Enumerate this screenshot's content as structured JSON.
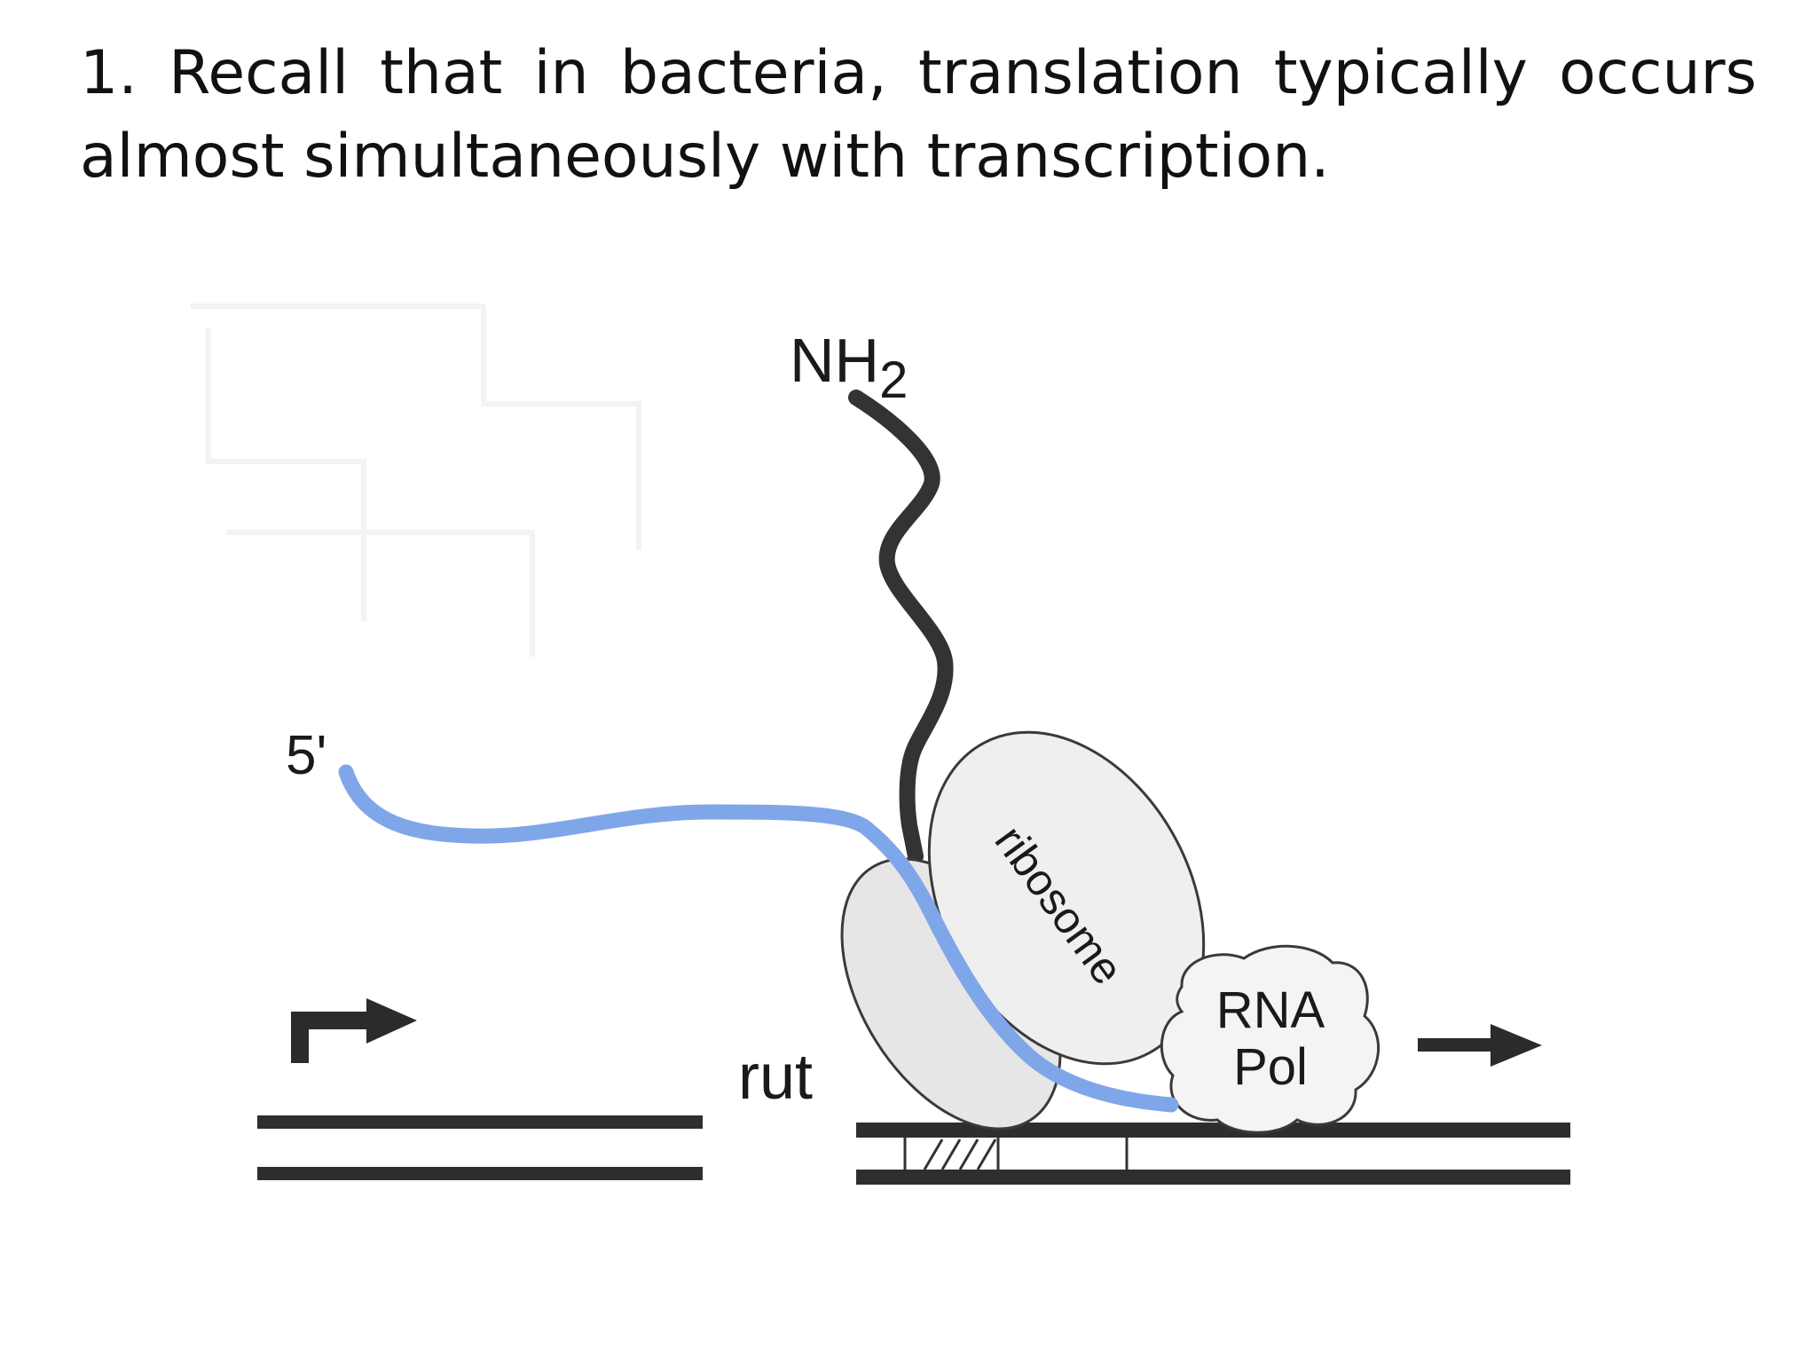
{
  "slide": {
    "text": "1. Recall that in bacteria, translation typically occurs almost simultaneously with transcription."
  },
  "diagram": {
    "labels": {
      "nh2_main": "NH",
      "nh2_sub": "2",
      "five_prime": "5'",
      "ribosome": "ribosome",
      "rut": "rut",
      "rna_pol_line1": "RNA",
      "rna_pol_line2": "Pol"
    },
    "colors": {
      "mrna": "#7fa6e8",
      "dna": "#2e2e2e",
      "protein": "#333333",
      "ribosome_fill": "#e6e6e6",
      "polymerase_fill": "#f4f4f4"
    },
    "icons": {
      "promoter": "promoter-arrow-icon",
      "direction": "right-arrow-icon"
    }
  }
}
